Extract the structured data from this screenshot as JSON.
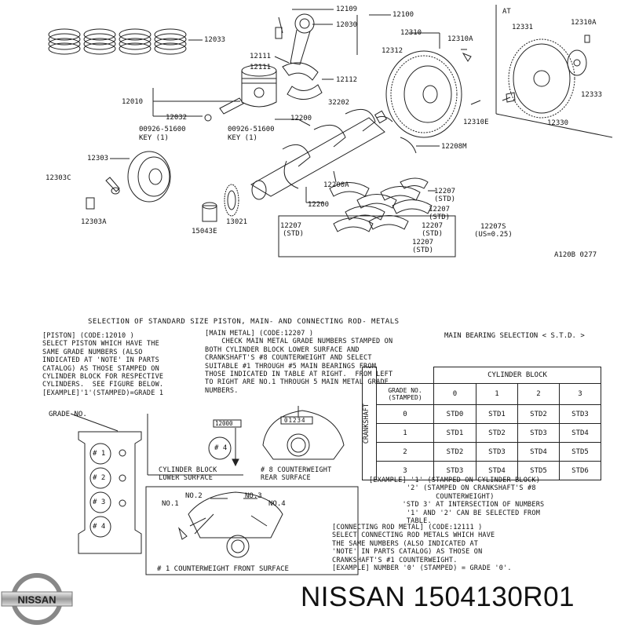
{
  "parts": {
    "rings": "12033",
    "conrod_bolt": "12109",
    "conrod_assy": "12100",
    "conrod_cap": "12030",
    "flywheel_assy": "12310",
    "flywheel_bolt": "12310A",
    "ring_gear": "12312",
    "bearing_upper": "12111",
    "bearing_lower": "12111",
    "bearing_b": "12112",
    "piston": "12010",
    "snap_ring": "12032",
    "dowel": "32202",
    "pilot_bushing": "12310E",
    "key_left_code": "00926-51600",
    "key_left_desc": "KEY (1)",
    "key_right_code": "00926-51600",
    "key_right_desc": "KEY (1)",
    "crank_gear_c": "12200",
    "thrust_washer": "12208M",
    "pulley": "12303",
    "pulley_washer": "12303C",
    "pulley_bolt": "12303A",
    "crank_pulley_bolt": "12200A",
    "crankshaft": "12200",
    "sprocket": "13021",
    "bushing": "15043E",
    "main_bearing_1": "12207",
    "main_bearing_1_std": "(STD)",
    "main_bearing_2": "12207",
    "main_bearing_2_std": "(STD)",
    "main_bearing_3": "12207",
    "main_bearing_3_std": "(STD)",
    "main_bearing_4": "12207",
    "main_bearing_4_std": "(STD)",
    "main_bearing_5": "12207",
    "main_bearing_5_std": "(STD)",
    "main_bearing_us": "12207S",
    "main_bearing_us_desc": "(US=0.25)",
    "at_label": "AT",
    "at_driveplate": "12331",
    "at_bolt": "12310A",
    "at_plate": "12333",
    "at_assy": "12330",
    "drawing_no": "A120B 0277"
  },
  "selection": {
    "title": "SELECTION OF STANDARD SIZE PISTON, MAIN- AND CONNECTING ROD- METALS",
    "piston_text": "[PISTON] (CODE:12010 )\nSELECT PISTON WHICH HAVE THE\nSAME GRADE NUMBERS (ALSO\nINDICATED AT 'NOTE' IN PARTS\nCATALOG) AS THOSE STAMPED ON\nCYLINDER BLOCK FOR RESPECTIVE\nCYLINDERS.  SEE FIGURE BELOW.\n[EXAMPLE]'1'(STAMPED)=GRADE 1",
    "main_text": "[MAIN METAL] (CODE:12207 )\n    CHECK MAIN METAL GRADE NUMBERS STAMPED ON\nBOTH CYLINDER BLOCK LOWER SURFACE AND\nCRANKSHAFT'S #8 COUNTERWEIGHT AND SELECT\nSUITABLE #1 THROUGH #5 MAIN BEARINGS FROM\nTHOSE INDICATED IN TABLE AT RIGHT.  FROM LEFT\nTO RIGHT ARE NO.1 THROUGH 5 MAIN METAL GRADE\nNUMBERS.",
    "main_bearing_title": "MAIN BEARING SELECTION < S.T.D. >",
    "grade_no": "GRADE NO.",
    "cyl1": "# 1",
    "cyl2": "# 2",
    "cyl3": "# 3",
    "cyl4": "# 4",
    "block_caption": "CYLINDER BLOCK\nLOWER SURFACE",
    "block_number": "# 4",
    "block_stamp": "12000",
    "cw_caption": "# 8 COUNTERWEIGHT\nREAR SURFACE",
    "cw_stamp": "01234",
    "front_no1": "NO.1",
    "front_no2": "NO.2",
    "front_no3": "NO.3",
    "front_no4": "NO.4",
    "front_caption": "# 1 COUNTERWEIGHT FRONT SURFACE",
    "example_text": "[EXAMPLE] '1' (STAMPED ON CYLINDER BLOCK)\n         '2' (STAMPED ON CRANKSHAFT'S #8\n                COUNTERWEIGHT)\n        'STD 3' AT INTERSECTION OF NUMBERS\n         '1' AND '2' CAN BE SELECTED FROM\n         TABLE.",
    "conrod_text": "[CONNECTING ROD METAL] (CODE:12111 )\nSELECT CONNECTING ROD METALS WHICH HAVE\nTHE SAME NUMBERS (ALSO INDICATED AT\n'NOTE' IN PARTS CATALOG) AS THOSE ON\nCRANKSHAFT'S #1 COUNTERWEIGHT.\n[EXAMPLE] NUMBER '0' (STAMPED) = GRADE '0'."
  },
  "table": {
    "col_header": "CYLINDER BLOCK",
    "row_header": "CRANKSHAFT",
    "corner_line1": "GRADE NO.",
    "corner_line2": "(STAMPED)",
    "col_grades": [
      "0",
      "1",
      "2",
      "3"
    ],
    "rows": [
      {
        "grade": "0",
        "cells": [
          "STD0",
          "STD1",
          "STD2",
          "STD3"
        ]
      },
      {
        "grade": "1",
        "cells": [
          "STD1",
          "STD2",
          "STD3",
          "STD4"
        ]
      },
      {
        "grade": "2",
        "cells": [
          "STD2",
          "STD3",
          "STD4",
          "STD5"
        ]
      },
      {
        "grade": "3",
        "cells": [
          "STD3",
          "STD4",
          "STD5",
          "STD6"
        ]
      }
    ]
  },
  "brand": {
    "logo_text": "NISSAN",
    "part_number": "NISSAN 1504130R01"
  }
}
